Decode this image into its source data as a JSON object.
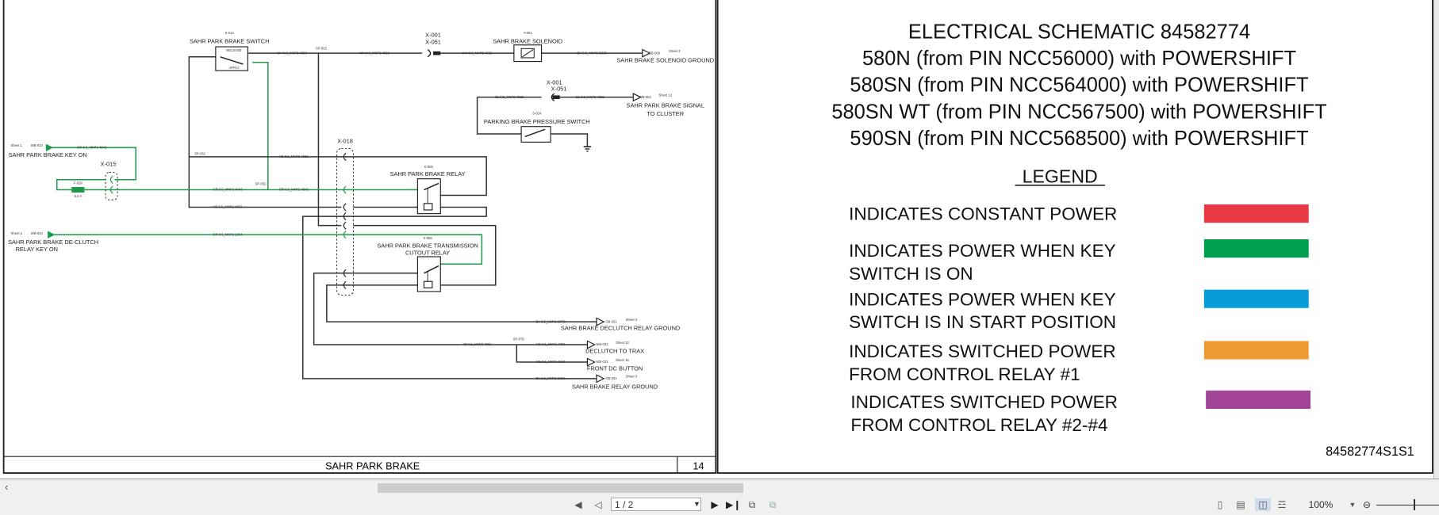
{
  "sheet": {
    "title": "SAHR PARK BRAKE",
    "number": "14",
    "components": {
      "s014_id": "S-014",
      "s014_name": "SAHR PARK BRAKE SWITCH",
      "release": "RELEASE",
      "apply": "APPLY",
      "x001": "X-001",
      "x051": "X-051",
      "y001_id": "Y-001",
      "y001_name": "SAHR BRAKE SOLENOID",
      "solenoid_ground": "SAHR BRAKE SOLENOID GROUND",
      "solenoid_ground_ref": "GB-006",
      "solenoid_ground_sheet": "Sheet 3",
      "x001b": "X-001",
      "x051b": "X-051",
      "signal_cluster_1": "SAHR PARK BRAKE SIGNAL",
      "signal_cluster_2": "TO CLUSTER",
      "signal_ref": "WB-064",
      "signal_sheet": "Sheet 12",
      "s024_id": "S-024",
      "s024_name": "PARKING BRAKE PRESSURE SWITCH",
      "key_on_sheet": "Sheet 1",
      "key_on_ref": "WB-033",
      "key_on": "SAHR PARK BRAKE KEY ON",
      "x015": "X-015",
      "f029": "F-029",
      "fuse_rating": "5.0 A",
      "x018": "X-018",
      "sp051": "SP-051",
      "sp052": "SP-052",
      "sp053": "SP-053",
      "sp079": "SP-079",
      "k005_id": "K-005",
      "k005_name": "SAHR PARK BRAKE RELAY",
      "declutch_sheet": "Sheet 2",
      "declutch_ref": "WB-034",
      "declutch_1": "SAHR PARK BRAKE DE-CLUTCH",
      "declutch_2": "RELAY KEY ON",
      "k006_id": "K-006",
      "k006_name_1": "SAHR PARK BRAKE TRANSMISSION",
      "k006_name_2": "CUTOUT RELAY",
      "declutch_ground": "SAHR BRAKE DECLUTCH RELAY GROUND",
      "declutch_ground_ref": "GB-031",
      "declutch_ground_sheet": "Sheet 3",
      "trax": "DECLUTCH TO TRAX",
      "trax_ref": "WB-031",
      "trax_sheet": "Sheet 23",
      "front_dc": "FRONT DC BUTTON",
      "front_dc_ref": "WB-031",
      "front_dc_sheet": "Sheet 16",
      "relay_ground": "SAHR BRAKE RELAY GROUND",
      "relay_ground_ref": "GB-031",
      "relay_ground_sheet": "Sheet 3"
    },
    "wires": {
      "w1": "WH 0.5_MM^2 4033",
      "w2": "WH 0.5_MM^2 4032",
      "w3": "WH 0.5_MM^2 4031",
      "w4": "BK 0.5_MM^2 G033",
      "w5": "BL 0.5_MM^2 4021",
      "w6": "BL 0.5_MM^2 4022",
      "w7": "GR 0.5_MM^2 4041",
      "w8": "YE 0.5_MM^2 4052",
      "w9": "GR 0.5_MM^2 4043",
      "w10": "GR 0.5_MM^2 4042",
      "w11": "YE 0.5_MM^2 4053",
      "w12": "GR 0.5_MM^2 1804",
      "w13": "BK 0.5_MM^2 G079",
      "w14": "YE 0.5_MM^2 4061",
      "w15": "YE 0.5_MM^2 4062",
      "w16": "YE 0.5_MM^2 4063",
      "w17": "BK 0.5_MM^2 G081"
    }
  },
  "info": {
    "lines": [
      "ELECTRICAL SCHEMATIC 84582774",
      "580N (from PIN NCC56000) with POWERSHIFT",
      "580SN (from PIN NCC564000) with POWERSHIFT",
      "580SN WT (from PIN NCC567500) with POWERSHIFT",
      "590SN (from PIN NCC568500) with POWERSHIFT"
    ],
    "legend_title": "LEGEND",
    "legend": [
      {
        "line1": "INDICATES CONSTANT POWER",
        "line2": "",
        "color": "#e73a45"
      },
      {
        "line1": "INDICATES POWER WHEN KEY",
        "line2": "SWITCH IS ON",
        "color": "#00a04e"
      },
      {
        "line1": "INDICATES POWER WHEN KEY",
        "line2": "SWITCH IS IN  START POSITION",
        "color": "#0a9bd9"
      },
      {
        "line1": "INDICATES SWITCHED POWER",
        "line2": "FROM CONTROL RELAY #1",
        "color": "#f09a35"
      },
      {
        "line1": "INDICATES SWITCHED POWER",
        "line2": "FROM CONTROL RELAY #2-#4",
        "color": "#a34596"
      }
    ],
    "drawing_code": "84582774S1S1"
  },
  "toolbar": {
    "page_value": "1 / 2",
    "zoom": "100%",
    "zoom_percent": 100
  }
}
